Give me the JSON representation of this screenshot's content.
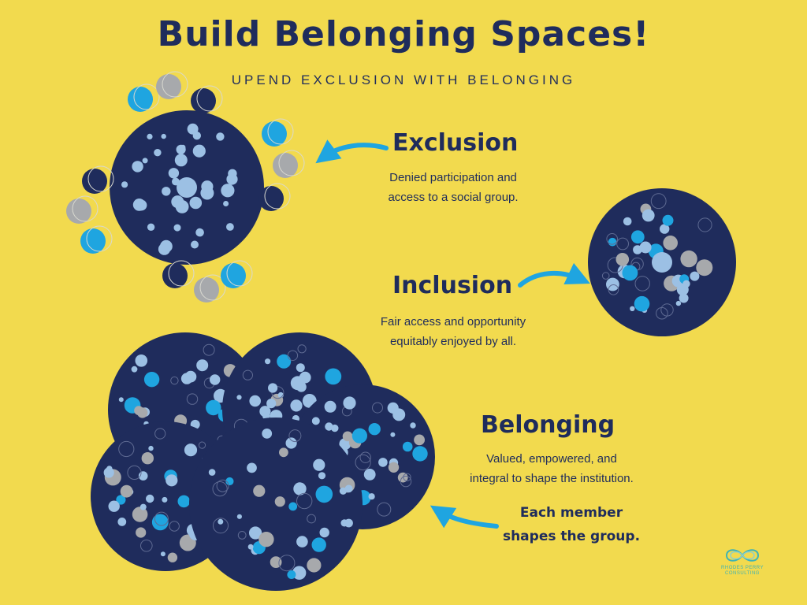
{
  "title": "Build Belonging Spaces!",
  "subtitle": "UPEND EXCLUSION WITH BELONGING",
  "sections": [
    {
      "heading": "Exclusion",
      "description": [
        "Denied participation and",
        "access to a social group."
      ]
    },
    {
      "heading": "Inclusion",
      "description": [
        "Fair access and opportunity",
        "equitably enjoyed by all."
      ]
    },
    {
      "heading": "Belonging",
      "description": [
        "Valued, empowered, and",
        "integral to shape the institution."
      ],
      "note": [
        "Each member",
        "shapes the group."
      ]
    }
  ],
  "logo": {
    "lines": [
      "RHODES PERRY",
      "CONSULTING"
    ],
    "icon": "infinity-loop-icon"
  },
  "colors": {
    "background": "#F2DA4E",
    "navy": "#1F2C5C",
    "light_blue": "#9CC0E4",
    "bright_blue": "#1FA5E0",
    "gray": "#A7A9AC",
    "teal": "#3FB3B4"
  }
}
